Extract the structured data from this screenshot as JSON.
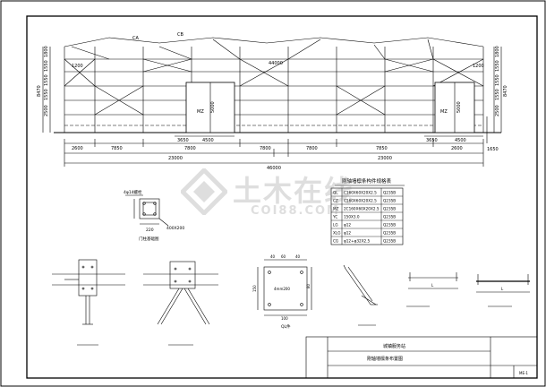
{
  "elevation": {
    "dims_bottom_row1": [
      "2600",
      "7850",
      "7800",
      "7800",
      "7800",
      "7850",
      "2600"
    ],
    "dims_bottom_row2": [
      "23000",
      "23000"
    ],
    "dims_bottom_total": "46000",
    "dim_top_span": "44000",
    "door_width_left": "4500",
    "door_width_right": "4500",
    "door_offset_left": "3650",
    "door_offset_right_a": "3650",
    "door_offset_right_b": "1650",
    "door_height": "5000",
    "door_label": "MZ",
    "left_heights": [
      "1800",
      "1550",
      "1550",
      "1550",
      "2500",
      "8470"
    ],
    "right_heights": [
      "1800",
      "1550",
      "1550",
      "1550",
      "2500",
      "8470"
    ],
    "roof_labels": [
      "1200",
      "1200"
    ],
    "top_label": "CA",
    "top_label_b": "CB"
  },
  "title_schedule": "刚轴墙檩条构件规格表",
  "schedule": [
    [
      "QL",
      "C160X60X20X2.5",
      "Q235B"
    ],
    [
      "CZ",
      "C160X60X20X2.5",
      "Q235B"
    ],
    [
      "MZ",
      "2C160X60X20X2.5",
      "Q235B"
    ],
    [
      "YC",
      "150X3.0",
      "Q235B"
    ],
    [
      "LG",
      "φ12",
      "Q235B"
    ],
    [
      "XLG",
      "φ12",
      "Q235B"
    ],
    [
      "CG",
      "φ12+φ32X2.5",
      "Q235B"
    ]
  ],
  "detail1": {
    "title": "门柱基础图",
    "dims": [
      "400X200",
      "220"
    ],
    "note": "4φ14螺栓"
  },
  "plate": {
    "title": "QL件",
    "dims": [
      "40",
      "60",
      "40",
      "150",
      "80",
      "100"
    ],
    "label": "4mm200"
  },
  "title_block": {
    "project": "城镇服务站",
    "drawing": "刚轴墙檩条布置图",
    "sheet": "ME-1"
  },
  "watermark": {
    "cn": "土木在线",
    "en": "COI88.COM"
  }
}
